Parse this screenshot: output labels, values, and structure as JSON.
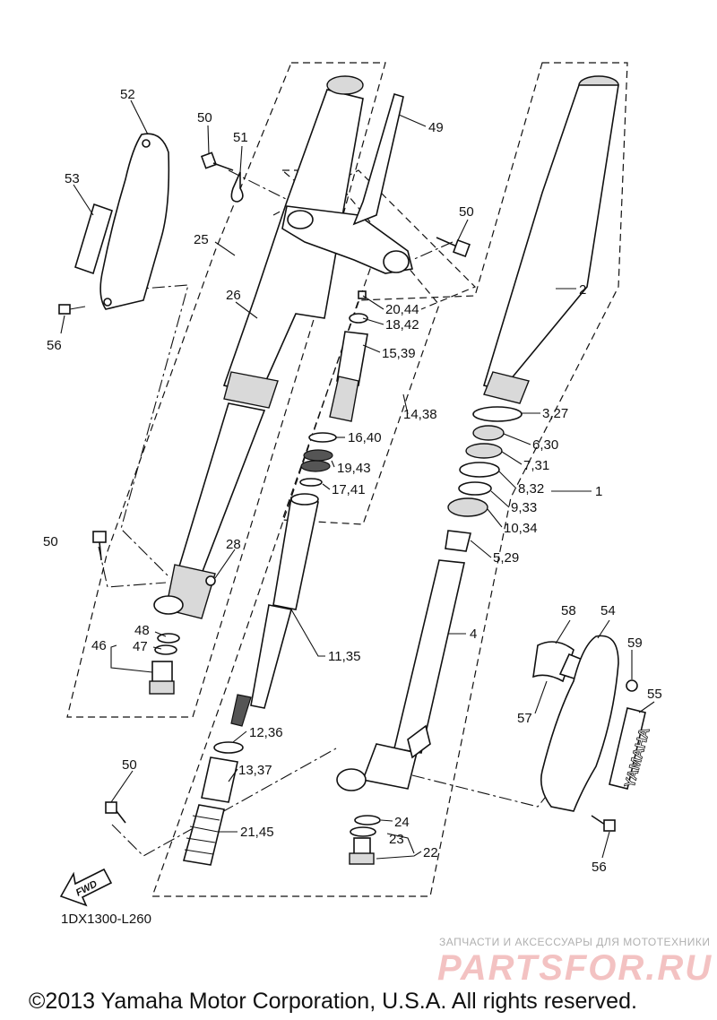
{
  "labels": {
    "l52": "52",
    "l53": "53",
    "l50a": "50",
    "l51": "51",
    "l25": "25",
    "l26": "26",
    "l56a": "56",
    "l49": "49",
    "l50b": "50",
    "l2": "2",
    "l20_44": "20,44",
    "l18_42": "18,42",
    "l15_39": "15,39",
    "l14_38": "14,38",
    "l3_27": "3,27",
    "l16_40": "16,40",
    "l6_30": "6,30",
    "l19_43": "19,43",
    "l7_31": "7,31",
    "l8_32": "8,32",
    "l1": "1",
    "l17_41": "17,41",
    "l9_33": "9,33",
    "l10_34": "10,34",
    "l50c": "50",
    "l28": "28",
    "l5_29": "5,29",
    "l48": "48",
    "l46": "46",
    "l47": "47",
    "l58": "58",
    "l54": "54",
    "l4": "4",
    "l59": "59",
    "l11_35": "11,35",
    "l55": "55",
    "l57": "57",
    "l12_36": "12,36",
    "l50d": "50",
    "l13_37": "13,37",
    "l24": "24",
    "l21_45": "21,45",
    "l23": "23",
    "l22": "22",
    "l56b": "56"
  },
  "fwd_label": "FWD",
  "decal_text": "YAMAHA",
  "diagram_code": "1DX1300-L260",
  "watermark": {
    "tagline": "ЗАПЧАСТИ И АКСЕССУАРЫ ДЛЯ МОТОТЕХНИКИ",
    "brand": "PARTSFOR.RU"
  },
  "copyright": "©2013 Yamaha Motor Corporation, U.S.A. All rights reserved."
}
